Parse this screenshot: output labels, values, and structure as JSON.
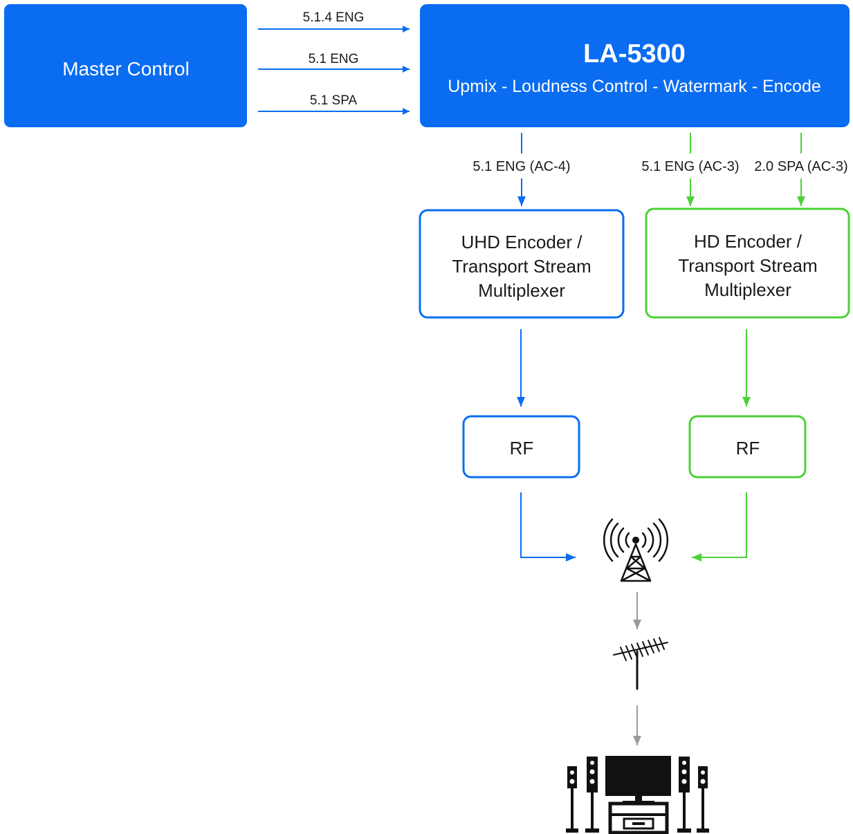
{
  "colors": {
    "blue": "#0a6cf0",
    "green": "#4cd137",
    "gray": "#9a9a9a",
    "text_on_blue": "#ffffff",
    "text": "#1a1a1a",
    "icon": "#111111"
  },
  "master_control": {
    "label": "Master Control"
  },
  "la5300": {
    "title": "LA-5300",
    "subtitle": "Upmix - Loudness Control - Watermark - Encode"
  },
  "inputs": [
    {
      "label": "5.1.4 ENG"
    },
    {
      "label": "5.1 ENG"
    },
    {
      "label": "5.1 SPA"
    }
  ],
  "outputs": {
    "uhd": {
      "label": "5.1 ENG (AC-4)"
    },
    "hd_eng": {
      "label": "5.1 ENG (AC-3)"
    },
    "hd_spa": {
      "label": "2.0 SPA (AC-3)"
    }
  },
  "uhd_encoder": {
    "line1": "UHD Encoder /",
    "line2": "Transport Stream",
    "line3": "Multiplexer"
  },
  "hd_encoder": {
    "line1": "HD Encoder /",
    "line2": "Transport Stream",
    "line3": "Multiplexer"
  },
  "rf_uhd": {
    "label": "RF"
  },
  "rf_hd": {
    "label": "RF"
  },
  "icons": {
    "tower": "broadcast-tower-icon",
    "antenna": "tv-antenna-icon",
    "home_theater": "home-theater-icon"
  }
}
